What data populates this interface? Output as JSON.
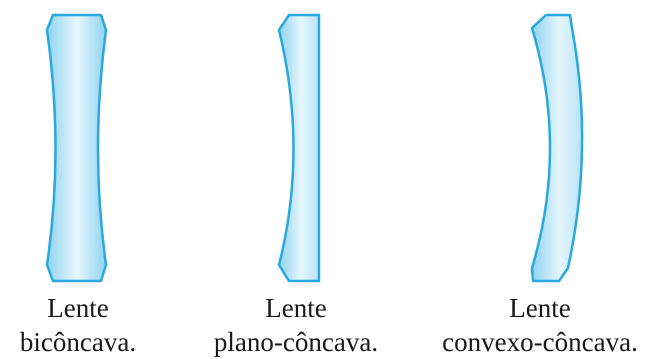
{
  "colors": {
    "lens_fill_center": "#e6f6fd",
    "lens_fill_edge": "#8fd3f0",
    "lens_stroke": "#2ba8de",
    "caption_text": "#1a1a1a"
  },
  "lenses": [
    {
      "id": "biconcave",
      "line1": "Lente",
      "line2": "bicôncava."
    },
    {
      "id": "plano-concave",
      "line1": "Lente",
      "line2": "plano-côncava."
    },
    {
      "id": "convex-concave",
      "line1": "Lente",
      "line2": "convexo-côncava."
    }
  ]
}
